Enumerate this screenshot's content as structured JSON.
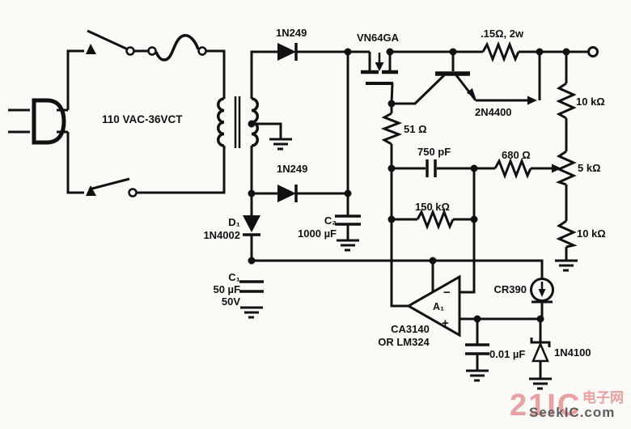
{
  "diagram": {
    "power_input": {
      "transformer_label": "110 VAC-36VCT",
      "rectifier_diode_top": "1N249",
      "rectifier_diode_bottom": "1N249"
    },
    "pass_section": {
      "mosfet": "VN64GA",
      "sense_resistor": ".15Ω, 2w",
      "current_limit_transistor": "2N4400",
      "gate_resistor": "51 Ω"
    },
    "feedback": {
      "divider_top": "10 kΩ",
      "pot": "5 kΩ",
      "divider_bottom": "10 kΩ",
      "wiper_resistor": "680 Ω",
      "comp_capacitor": "750 pF",
      "feedback_resistor": "150 kΩ"
    },
    "aux_supply": {
      "diode_ref": "D₁",
      "diode_part": "1N4002",
      "main_cap_ref": "C₂",
      "main_cap_value": "1000 µF",
      "filter_cap_ref": "C₁",
      "filter_cap_value": "50 µF",
      "filter_cap_voltage": "50V"
    },
    "error_amp": {
      "ref": "A₁",
      "minus_sign": "−",
      "plus_sign": "+",
      "part_line1": "CA3140",
      "part_line2": "OR LM324",
      "bypass_cap": "0.01 µF"
    },
    "reference": {
      "current_diode": "CR390",
      "zener": "1N4100"
    }
  },
  "watermark": {
    "brand": "21IC",
    "brand_suffix": "电子网",
    "site": "SeekIC.com"
  },
  "colors": {
    "ink": "#111111",
    "paper": "#fbfaf7",
    "watermark_pink": "#e9a0a0",
    "watermark_gray": "#5d5d5d"
  }
}
